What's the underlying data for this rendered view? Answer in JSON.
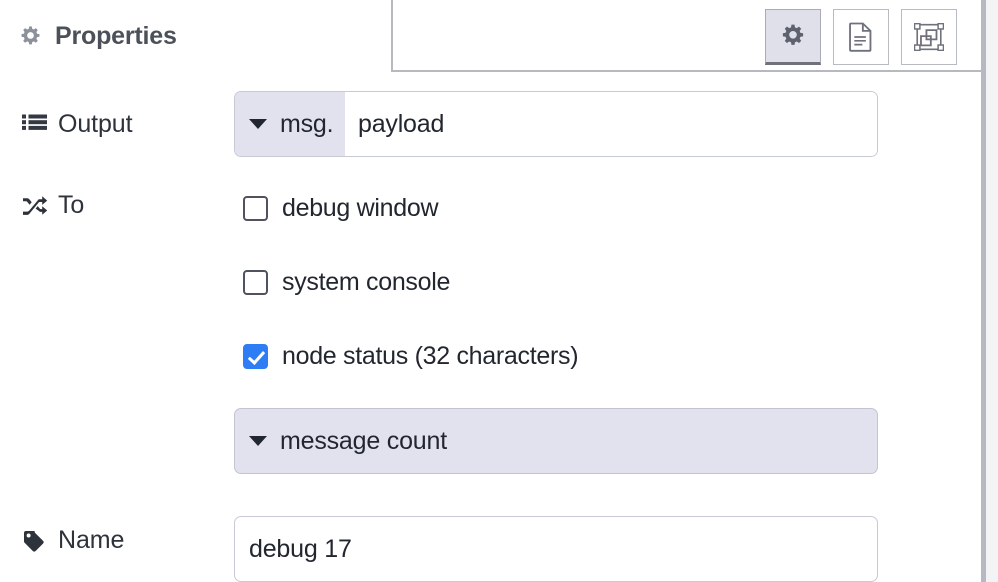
{
  "panel": {
    "title": "Properties",
    "title_icon": "gear-icon"
  },
  "toolbar": {
    "buttons": [
      {
        "name": "properties-tab-button",
        "icon": "gear-icon",
        "active": true
      },
      {
        "name": "description-tab-button",
        "icon": "document-icon",
        "active": false
      },
      {
        "name": "appearance-tab-button",
        "icon": "appearance-icon",
        "active": false
      }
    ]
  },
  "form": {
    "output": {
      "label": "Output",
      "icon": "list-icon",
      "type_prefix": "msg.",
      "value": "payload",
      "placeholder": ""
    },
    "to": {
      "label": "To",
      "icon": "shuffle-icon",
      "options": [
        {
          "label": "debug window",
          "checked": false
        },
        {
          "label": "system console",
          "checked": false
        },
        {
          "label": "node status (32 characters)",
          "checked": true
        }
      ],
      "status_select": "message count"
    },
    "name": {
      "label": "Name",
      "icon": "tag-icon",
      "value": "debug 17",
      "placeholder": "Name"
    }
  },
  "colors": {
    "accent_checked": "#2f7df4",
    "field_prefix_bg": "#e2e2ef",
    "border": "#c7c9d4",
    "text": "#22262f",
    "title_text": "#4b5059"
  }
}
